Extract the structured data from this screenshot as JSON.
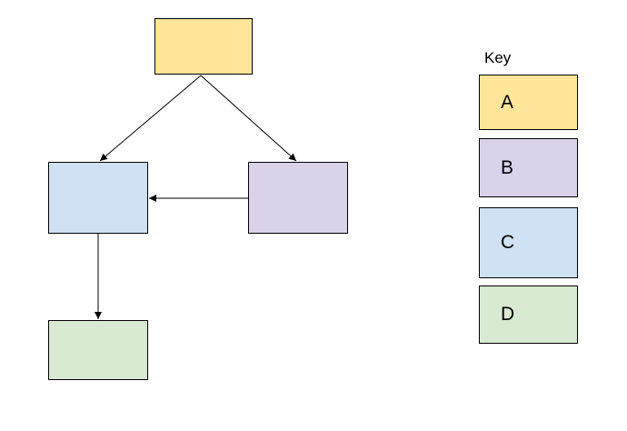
{
  "canvas": {
    "background": "#ffffff",
    "line_color": "#000000"
  },
  "diagram": {
    "nodes": [
      {
        "position": "top",
        "fill": "#ffe599",
        "border": "#000000",
        "key_label": "A"
      },
      {
        "position": "middle-left",
        "fill": "#cfe2f3",
        "border": "#000000",
        "key_label": "C"
      },
      {
        "position": "middle-right",
        "fill": "#d9d2e9",
        "border": "#000000",
        "key_label": "B"
      },
      {
        "position": "bottom-left",
        "fill": "#d9ead3",
        "border": "#000000",
        "key_label": "D"
      }
    ],
    "edges": [
      {
        "from": "top",
        "to": "middle-left",
        "arrowhead": "end"
      },
      {
        "from": "top",
        "to": "middle-right",
        "arrowhead": "end"
      },
      {
        "from": "middle-right",
        "to": "middle-left",
        "arrowhead": "end"
      },
      {
        "from": "middle-left",
        "to": "bottom-left",
        "arrowhead": "end"
      }
    ]
  },
  "key": {
    "title": "Key",
    "items": [
      {
        "label": "A",
        "fill": "#ffe599"
      },
      {
        "label": "B",
        "fill": "#d9d2e9"
      },
      {
        "label": "C",
        "fill": "#cfe2f3"
      },
      {
        "label": "D",
        "fill": "#d9ead3"
      }
    ]
  }
}
